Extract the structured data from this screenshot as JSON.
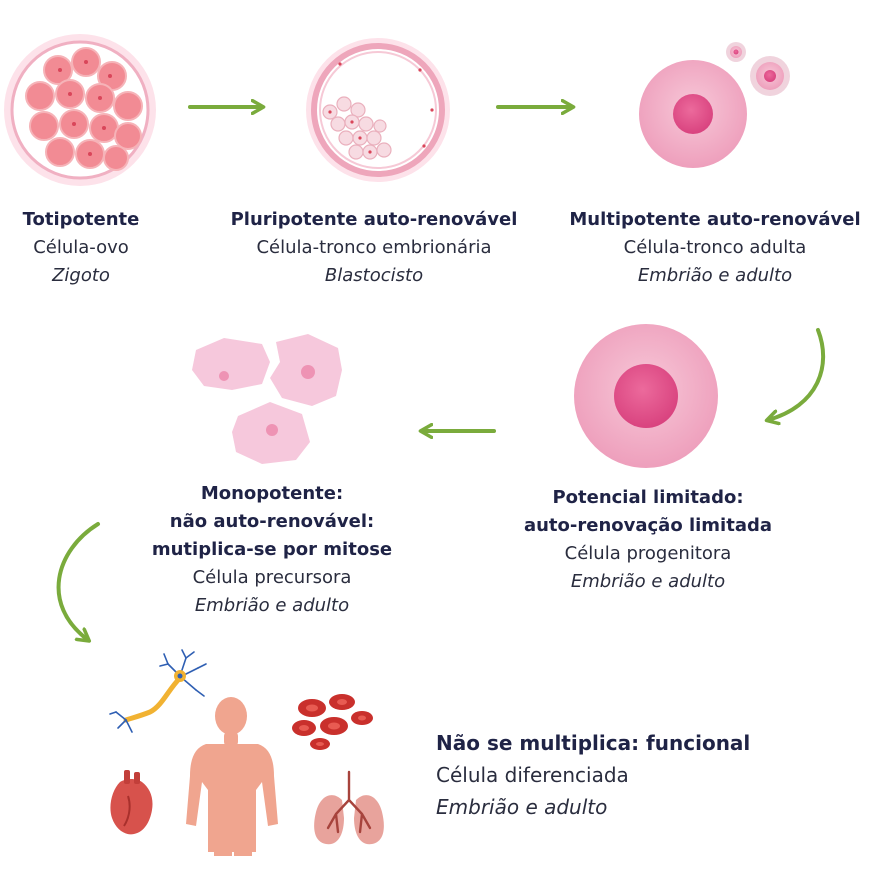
{
  "stages": [
    {
      "title": "Totipotente",
      "subtitle": "Célula-ovo",
      "note": "Zigoto"
    },
    {
      "title": "Pluripotente auto-renovável",
      "subtitle": "Célula-tronco embrionária",
      "note": "Blastocisto"
    },
    {
      "title": "Multipotente auto-renovável",
      "subtitle": "Célula-tronco adulta",
      "note": "Embrião e adulto"
    },
    {
      "title_lines": [
        "Potencial limitado:",
        "auto-renovação limitada"
      ],
      "subtitle": "Célula progenitora",
      "note": "Embrião e adulto"
    },
    {
      "title_lines": [
        "Monopotente:",
        "não auto-renovável:",
        "mutiplica-se por mitose"
      ],
      "subtitle": "Célula precursora",
      "note": "Embrião e adulto"
    },
    {
      "title": "Não se multiplica: funcional",
      "subtitle": "Célula diferenciada",
      "note": "Embrião e adulto"
    }
  ],
  "icons": [
    "zygote-icon",
    "blastocyst-icon",
    "adult-stem-cell-icon",
    "progenitor-cell-icon",
    "precursor-cells-icon",
    "neuron-icon",
    "human-body-icon",
    "red-blood-cells-icon",
    "heart-icon",
    "lungs-icon"
  ],
  "colors": {
    "arrow": "#7aab3c",
    "cell_pink": "#f2b3c8",
    "nucleus": "#e0528a",
    "title": "#1f2346",
    "text": "#2a2d3e"
  }
}
